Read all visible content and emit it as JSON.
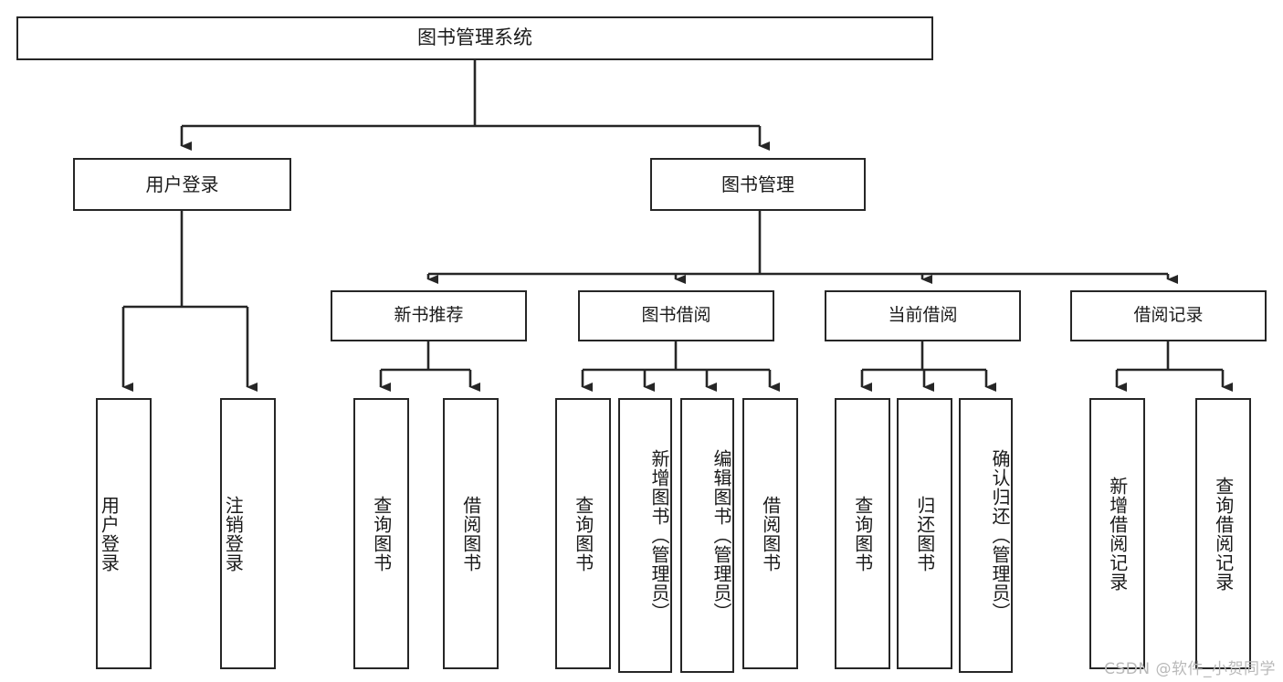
{
  "diagram": {
    "title": "图书管理系统",
    "type": "tree-hierarchy",
    "root": {
      "label": "图书管理系统"
    },
    "level2": [
      {
        "label": "用户登录"
      },
      {
        "label": "图书管理"
      }
    ],
    "level3": [
      {
        "label": "新书推荐"
      },
      {
        "label": "图书借阅"
      },
      {
        "label": "当前借阅"
      },
      {
        "label": "借阅记录"
      }
    ],
    "leaves": {
      "user_login": [
        {
          "label": "用户登录"
        },
        {
          "label": "注销登录"
        }
      ],
      "new_book_recommend": [
        {
          "label": "查询图书"
        },
        {
          "label": "借阅图书"
        }
      ],
      "book_borrow": [
        {
          "label": "查询图书"
        },
        {
          "label": "新增图书（管理员）"
        },
        {
          "label": "编辑图书（管理员）"
        },
        {
          "label": "借阅图书"
        }
      ],
      "current_borrow": [
        {
          "label": "查询图书"
        },
        {
          "label": "归还图书"
        },
        {
          "label": "确认归还（管理员）"
        }
      ],
      "borrow_record": [
        {
          "label": "新增借阅记录"
        },
        {
          "label": "查询借阅记录"
        }
      ]
    }
  },
  "watermark": {
    "text": "CSDN @软件_小贺同学"
  },
  "colors": {
    "stroke": "#262626",
    "fill": "#ffffff",
    "text": "#1a1a1a",
    "watermark": "#b9b9b9"
  }
}
